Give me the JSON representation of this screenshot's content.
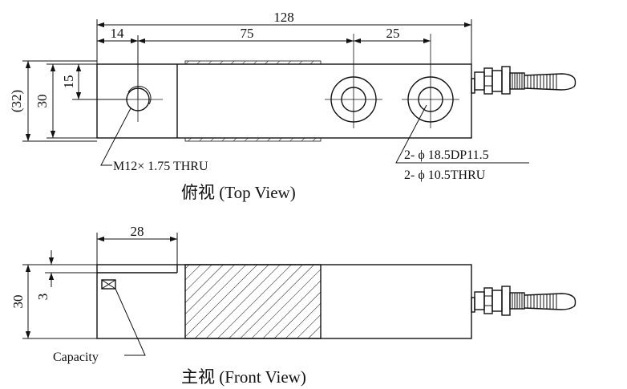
{
  "top_view": {
    "dim_total_length": "128",
    "dim_hole_offset": "14",
    "dim_hole_spacing": "75",
    "dim_mount_spacing": "25",
    "dim_width_overall": "(32)",
    "dim_width": "30",
    "dim_hole_center": "15",
    "thread_hole_label": "M12× 1.75 THRU",
    "mount_hole_label_1": "2- ϕ 18.5DP11.5",
    "mount_hole_label_2": "2- ϕ 10.5THRU",
    "caption": "俯视 (Top View)"
  },
  "front_view": {
    "dim_length": "28",
    "dim_height": "30",
    "dim_step": "3",
    "capacity_label": "Capacity",
    "caption": "主视 (Front View)"
  }
}
